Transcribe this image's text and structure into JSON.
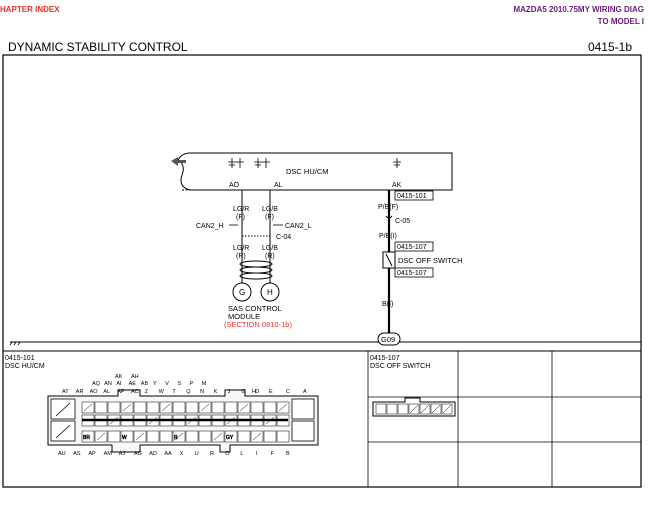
{
  "header": {
    "chapter_index": "HAPTER INDEX",
    "right_line1": "MAZDA5 2010.75MY WIRING DIAG",
    "right_line2": "TO MODEL I"
  },
  "title": "DYNAMIC STABILITY CONTROL",
  "page_code": "0415-1b",
  "schematic": {
    "module_name": "DSC HU/CM",
    "pins": [
      "AO",
      "AL",
      "AK"
    ],
    "connector_101": "0415-101",
    "connector_107": "0415-107",
    "wire_lgr_f": "LG/R",
    "wire_lgr_f_tag": "(F)",
    "wire_lgb_f": "LG/B",
    "wire_lgb_f_tag": "(F)",
    "wire_pb_f": "P/B(F)",
    "joint_c05": "C-05",
    "wire_pb_i": "P/B(I)",
    "can_h": "CAN2_H",
    "can_l": "CAN2_L",
    "joint_c04": "C-04",
    "wire_lgr_r": "LG/R",
    "wire_lgr_r_tag": "(R)",
    "wire_lgb_r": "LG/B",
    "wire_lgb_r_tag": "(R)",
    "switch_name": "DSC OFF SWITCH",
    "wire_bi": "B(I)",
    "ground": "G09",
    "sas_pin_g": "G",
    "sas_pin_h": "H",
    "sas_line1": "SAS CONTROL",
    "sas_line2": "MODULE",
    "sas_section": "(SECTION 0810-1b)"
  },
  "connector_table": {
    "c101_code": "0415-101",
    "c101_name": "DSC HU/CM",
    "c107_code": "0415-107",
    "c107_name": "DSC OFF SWITCH",
    "top_row1": [
      "AK",
      "AH"
    ],
    "top_row2": [
      "AQ",
      "AN",
      "AI",
      "AE",
      "AB",
      "Y",
      "V",
      "S",
      "P",
      "M"
    ],
    "top_row3": [
      "AT",
      "AR",
      "AO",
      "AL",
      "AF",
      "AC",
      "Z",
      "W",
      "T",
      "Q",
      "N",
      "K",
      "J",
      "G",
      "D"
    ],
    "top_row3b": [
      "H",
      "E",
      "C",
      "A"
    ],
    "bot_row1": [
      "AU",
      "AS",
      "AP",
      "AM",
      "AJ",
      "AG",
      "AD",
      "AA",
      "X",
      "U",
      "R",
      "O",
      "L",
      "I",
      "F",
      "B"
    ],
    "cell_labels": [
      "BR",
      "W",
      "R",
      "GY",
      "R",
      "R",
      "B",
      "B"
    ]
  },
  "colors": {
    "chapter_index": "#e8322e",
    "model_header": "#6a1b7a",
    "section_ref": "#e8322e",
    "line": "#000000"
  }
}
